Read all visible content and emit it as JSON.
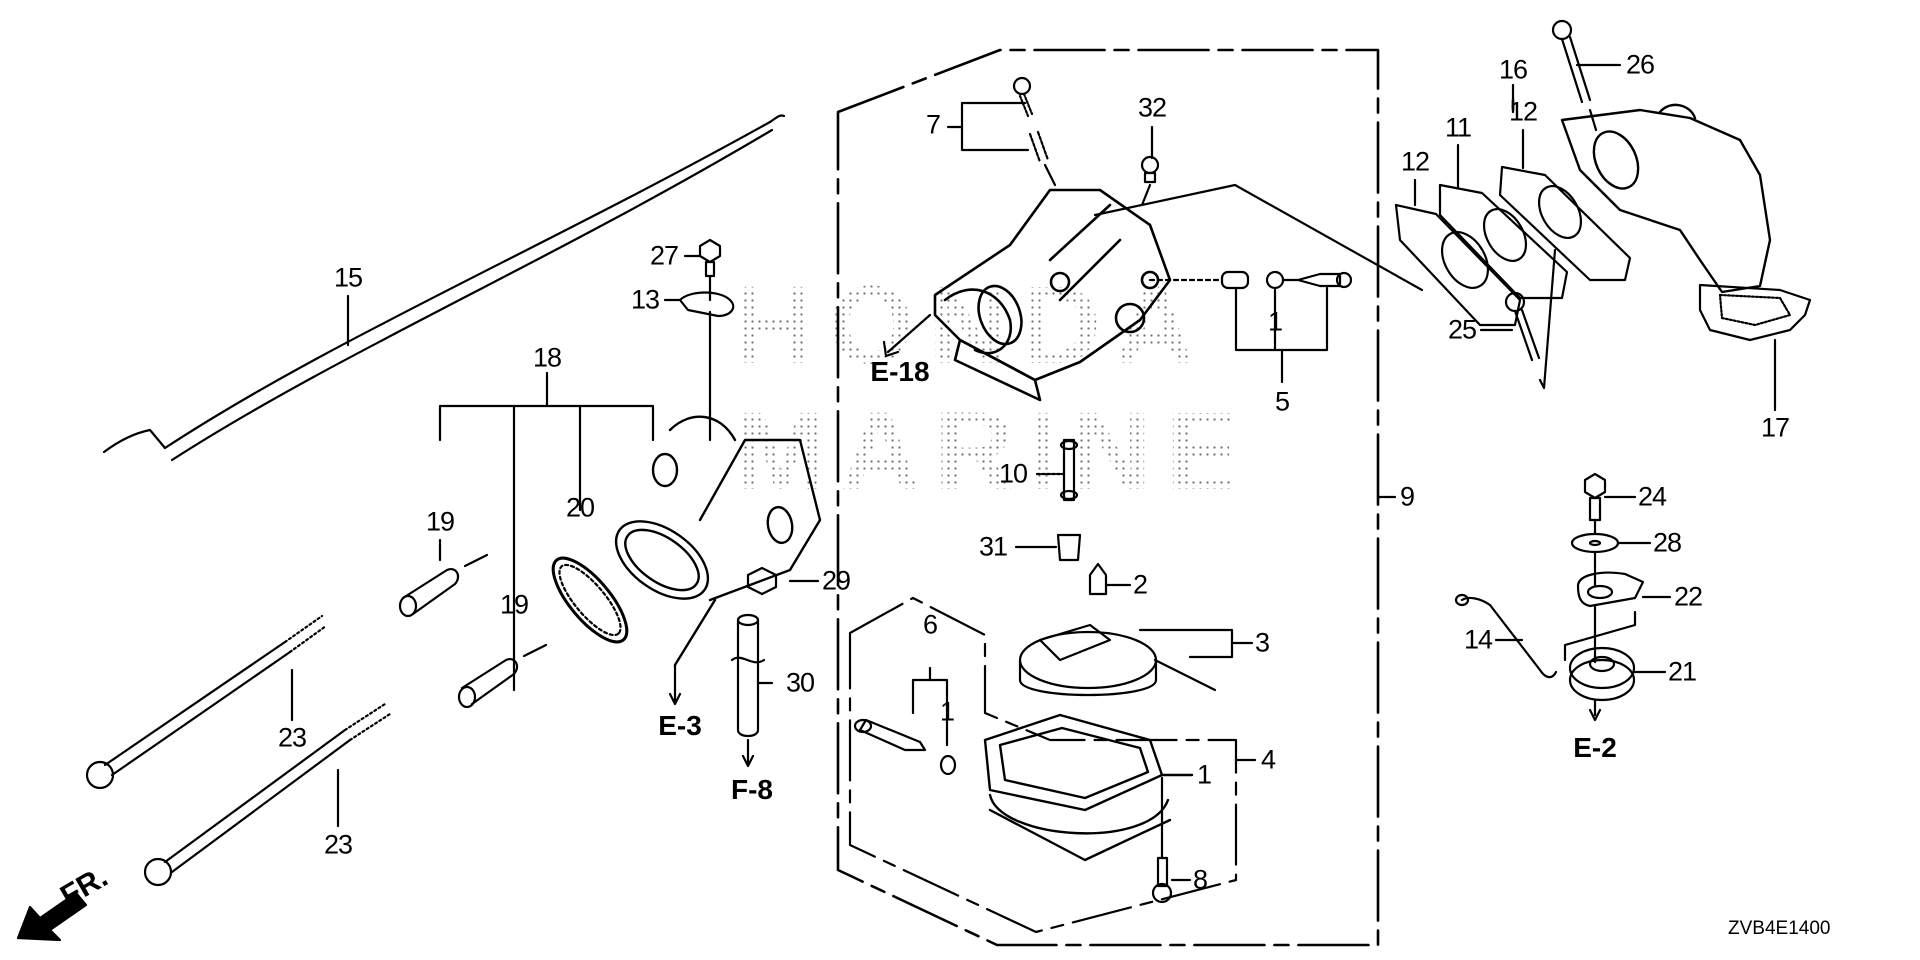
{
  "diagram": {
    "title": "Carburetor exploded parts diagram",
    "watermark_line1": "HONDA",
    "watermark_line2": "MARINE",
    "diagram_code": "ZVB4E1400",
    "front_indicator": "FR."
  },
  "callouts": [
    {
      "id": "c15",
      "text": "15"
    },
    {
      "id": "c27",
      "text": "27"
    },
    {
      "id": "c13",
      "text": "13"
    },
    {
      "id": "c18",
      "text": "18"
    },
    {
      "id": "c19a",
      "text": "19"
    },
    {
      "id": "c19b",
      "text": "19"
    },
    {
      "id": "c20",
      "text": "20"
    },
    {
      "id": "c23a",
      "text": "23"
    },
    {
      "id": "c23b",
      "text": "23"
    },
    {
      "id": "c29",
      "text": "29"
    },
    {
      "id": "c30",
      "text": "30"
    },
    {
      "id": "c7",
      "text": "7"
    },
    {
      "id": "c32",
      "text": "32"
    },
    {
      "id": "c1a",
      "text": "1"
    },
    {
      "id": "c5",
      "text": "5"
    },
    {
      "id": "c10",
      "text": "10"
    },
    {
      "id": "c31",
      "text": "31"
    },
    {
      "id": "c2",
      "text": "2"
    },
    {
      "id": "c3",
      "text": "3"
    },
    {
      "id": "c6",
      "text": "6"
    },
    {
      "id": "c1b",
      "text": "1"
    },
    {
      "id": "c1c",
      "text": "1"
    },
    {
      "id": "c4",
      "text": "4"
    },
    {
      "id": "c8",
      "text": "8"
    },
    {
      "id": "c9",
      "text": "9"
    },
    {
      "id": "c12a",
      "text": "12"
    },
    {
      "id": "c11",
      "text": "11"
    },
    {
      "id": "c12b",
      "text": "12"
    },
    {
      "id": "c16",
      "text": "16"
    },
    {
      "id": "c26",
      "text": "26"
    },
    {
      "id": "c25",
      "text": "25"
    },
    {
      "id": "c17",
      "text": "17"
    },
    {
      "id": "c24",
      "text": "24"
    },
    {
      "id": "c28",
      "text": "28"
    },
    {
      "id": "c22",
      "text": "22"
    },
    {
      "id": "c14",
      "text": "14"
    },
    {
      "id": "c21",
      "text": "21"
    }
  ],
  "references": [
    {
      "id": "rE18",
      "text": "E-18"
    },
    {
      "id": "rE3",
      "text": "E-3"
    },
    {
      "id": "rF8",
      "text": "F-8"
    },
    {
      "id": "rE2",
      "text": "E-2"
    }
  ]
}
